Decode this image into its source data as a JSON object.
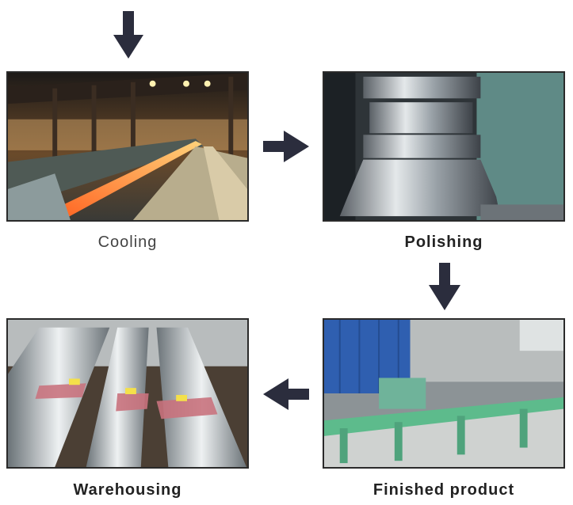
{
  "steps": [
    {
      "label": "Cooling",
      "photo": "hot-rolled-bars-cooling-bed-image"
    },
    {
      "label": "Polishing",
      "photo": "cnc-polishing-tool-image"
    },
    {
      "label": "Finished product",
      "photo": "finishing-line-machinery-image"
    },
    {
      "label": "Warehousing",
      "photo": "bundled-steel-bars-image"
    }
  ],
  "arrows": [
    "arrow-down-icon",
    "arrow-right-icon",
    "arrow-down-icon",
    "arrow-left-icon"
  ],
  "colors": {
    "arrow": "#2b2d3d",
    "frame": "#2a2a2a",
    "text": "#222222"
  }
}
